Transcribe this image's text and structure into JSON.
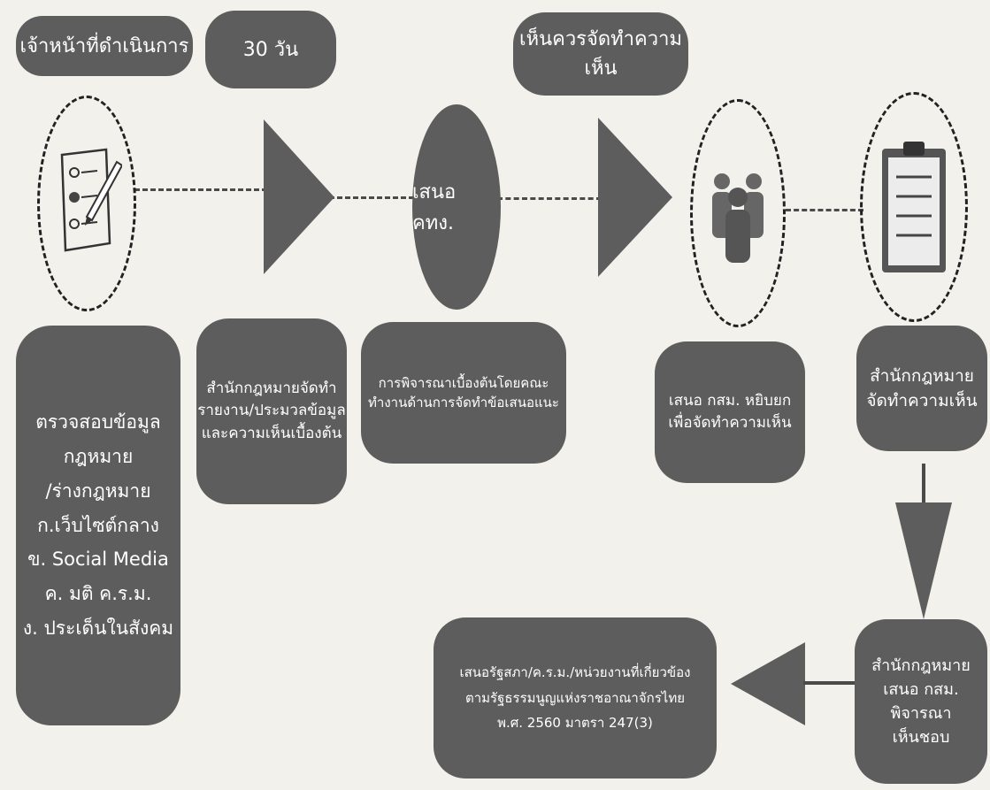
{
  "header": {
    "officer": "เจ้าหน้าที่ดำเนินการ",
    "duration": "30 วัน",
    "opinion": "เห็นควรจัดทำความเห็น"
  },
  "oval": {
    "label": "เสนอ คทง."
  },
  "boxes": {
    "check": [
      "ตรวจสอบข้อมูลกฎหมาย",
      "/ร่างกฎหมาย",
      "ก.เว็บไซต์กลาง",
      "ข. Social Media",
      "ค. มติ ค.ร.ม.",
      "ง. ประเด็นในสังคม"
    ],
    "report": [
      "สำนักกฎหมายจัดทำ",
      "รายงาน/ประมวลข้อมูล",
      "และความเห็นเบื้องต้น"
    ],
    "consider": [
      "การพิจารณาเบื้องต้นโดยคณะ",
      "ทำงานด้านการจัดทำข้อเสนอแนะ"
    ],
    "propose": [
      "เสนอ กสม. หยิบยก",
      "เพื่อจัดทำความเห็น"
    ],
    "legal_opinion": [
      "สำนักกฎหมาย",
      "จัดทำความเห็น"
    ],
    "legal_approve": [
      "สำนักกฎหมาย",
      "เสนอ กสม. พิจารณา",
      "เห็นชอบ"
    ],
    "final": [
      "เสนอรัฐสภา/ค.ร.ม./หน่วยงานที่เกี่ยวข้อง",
      "ตามรัฐธรรมนูญแห่งราชอาณาจักรไทย",
      "พ.ศ. 2560 มาตรา 247(3)"
    ]
  },
  "icons": [
    "checklist-icon",
    "people-icon",
    "clipboard-icon"
  ],
  "colors": {
    "box": "#5d5d5d",
    "background": "#f3f1ec",
    "line": "#4a4a4a"
  }
}
